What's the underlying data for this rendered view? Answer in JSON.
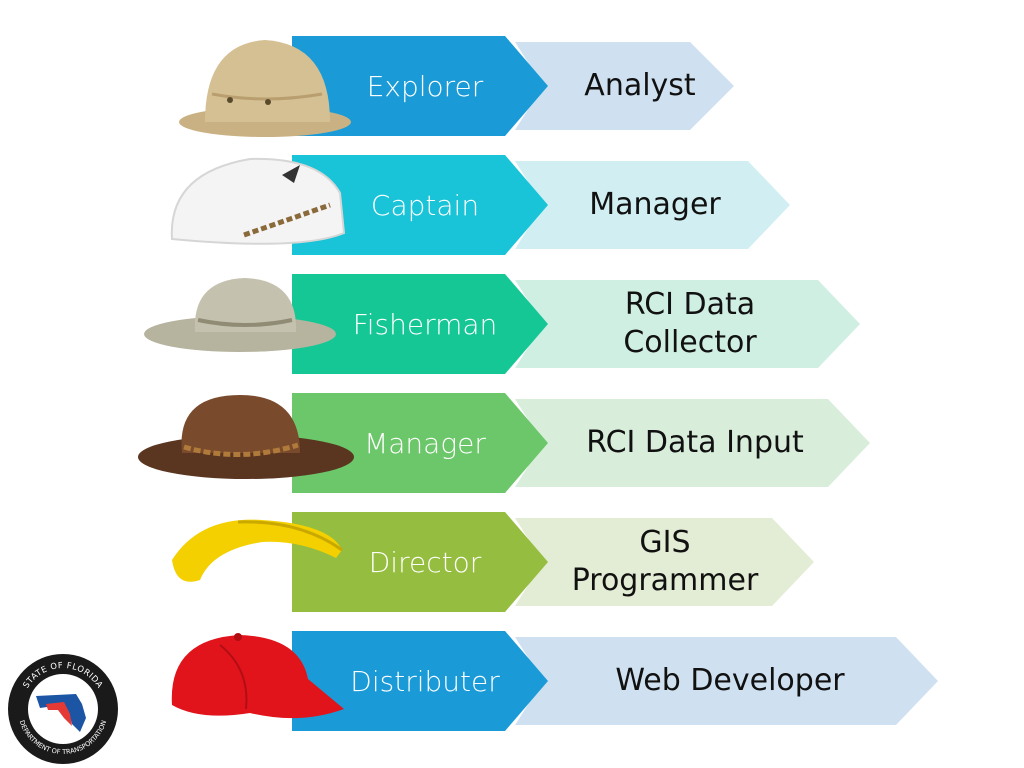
{
  "rows": [
    {
      "hat": "Explorer",
      "role": "Analyst",
      "hat_icon": "pith-helmet-icon",
      "primary": "#1a9bd7",
      "secondary": "#cfe1f1"
    },
    {
      "hat": "Captain",
      "role": "Manager",
      "hat_icon": "captain-cap-icon",
      "primary": "#19c4d8",
      "secondary": "#d1eff2"
    },
    {
      "hat": "Fisherman",
      "role": "RCI Data\nCollector",
      "hat_icon": "bucket-hat-icon",
      "primary": "#16c796",
      "secondary": "#d0efe3"
    },
    {
      "hat": "Manager",
      "role": "RCI Data Input",
      "hat_icon": "leather-hat-icon",
      "primary": "#6cc76a",
      "secondary": "#d8eedb"
    },
    {
      "hat": "Director",
      "role": "GIS\nProgrammer",
      "hat_icon": "visor-icon",
      "primary": "#95bd3f",
      "secondary": "#e3ecd4"
    },
    {
      "hat": "Distributer",
      "role": "Web Developer",
      "hat_icon": "baseball-cap-icon",
      "primary": "#1a9bd7",
      "secondary": "#cfe1f1"
    }
  ],
  "logo": {
    "icon": "fdot-seal-icon",
    "text_top": "STATE OF FLORIDA",
    "text_bottom": "DEPARTMENT OF TRANSPORTATION"
  }
}
